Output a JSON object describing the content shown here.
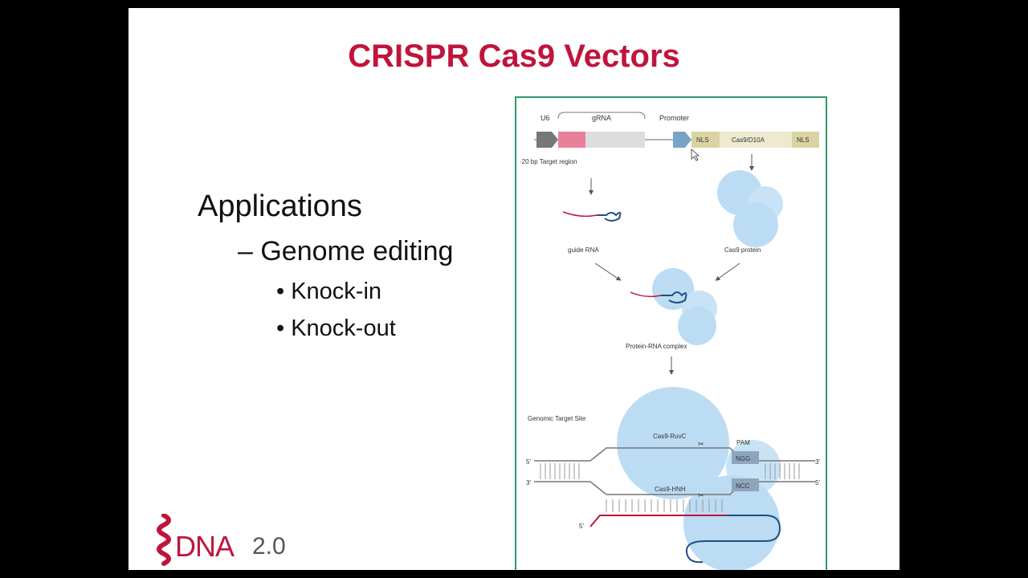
{
  "slide": {
    "title": "CRISPR Cas9 Vectors",
    "bullets": {
      "level1": "Applications",
      "level2": "– Genome editing",
      "level3": [
        "• Knock-in",
        "• Knock-out"
      ]
    }
  },
  "diagram": {
    "labels": {
      "u6": "U6",
      "grna": "gRNA",
      "promoter": "Promoter",
      "nls_left": "NLS",
      "cas9": "Cas9/D10A",
      "nls_right": "NLS",
      "target_region": "·20 bp Target region",
      "guide_rna": "guide RNA",
      "cas9_protein": "Cas9 protein",
      "complex": "Protein-RNA complex",
      "genomic_target": "Genomic Target Site",
      "ruvc": "Cas9-RuvC",
      "hnh": "Cas9-HNH",
      "pam": "PAM",
      "ngg": "NGG",
      "ncc": "NCC",
      "five_prime_top": "5'",
      "three_prime_top_right": "3'",
      "three_prime_bottom_left": "3'",
      "five_prime_bottom_right": "5'",
      "five_prime_rna": "5'"
    },
    "colors": {
      "border": "#2f9a6a",
      "protein": "#bcdcf3",
      "rna": "#c0143c",
      "box": "#e8e6c8"
    }
  },
  "logo": {
    "brand": "DNA",
    "version": "2.0"
  }
}
